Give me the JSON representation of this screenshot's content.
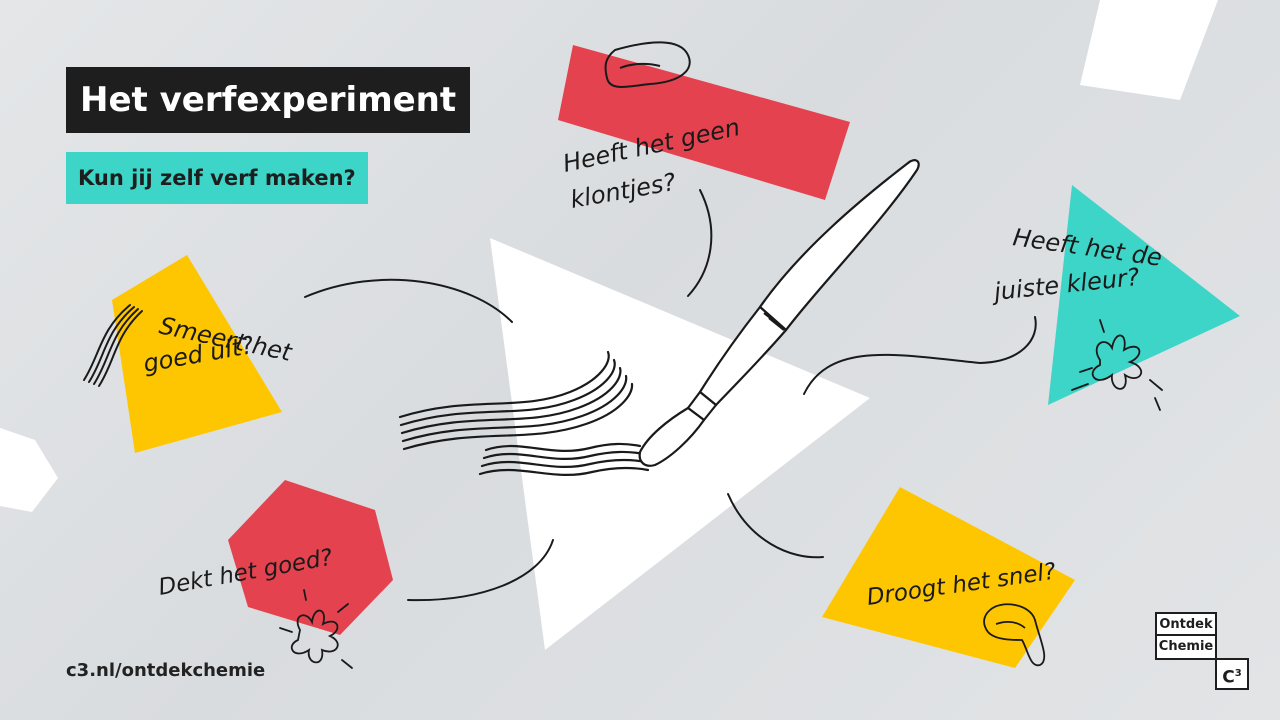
{
  "header": {
    "title": "Het verfexperiment",
    "subtitle": "Kun jij zelf verf maken?"
  },
  "questions": {
    "no_lumps_line1": "Heeft het geen",
    "no_lumps_line2": "klontjes?",
    "spreads_line1": "Smeert het",
    "spreads_line2": "goed uit?",
    "right_color_line1": "Heeft het de",
    "right_color_line2": "juiste kleur?",
    "covers": "Dekt het goed?",
    "dries": "Droogt het snel?"
  },
  "footer": {
    "url": "c3.nl/ontdekchemie"
  },
  "logo": {
    "line1": "Ontdek",
    "line2": "Chemie",
    "mark": "C",
    "mark_sup": "3"
  },
  "colors": {
    "red": "#e4424f",
    "yellow": "#fec600",
    "teal": "#3dd5c8",
    "black": "#1e1e1e",
    "white": "#ffffff"
  },
  "icons": [
    "paintbrush-icon",
    "paint-strokes-icon",
    "paint-splash-icon",
    "paint-blob-icon"
  ]
}
